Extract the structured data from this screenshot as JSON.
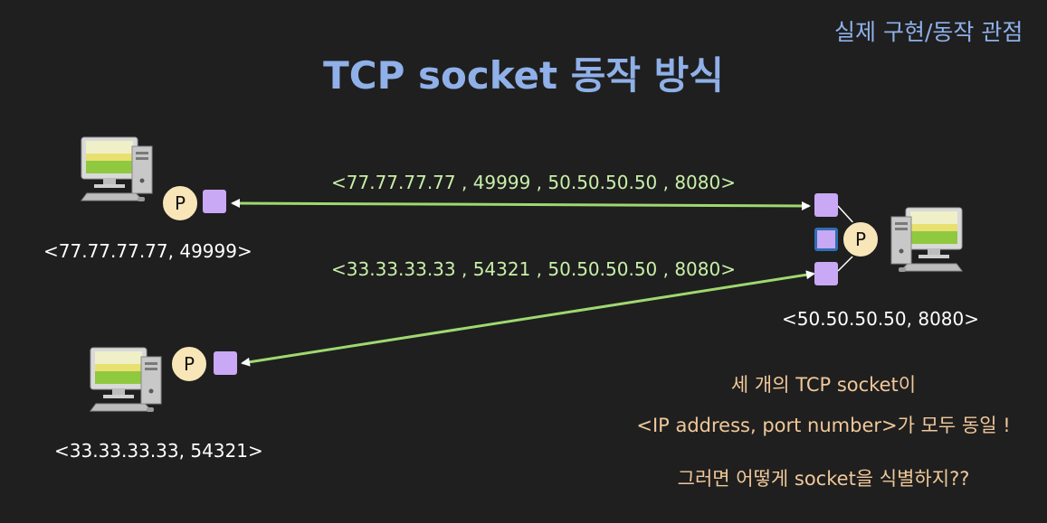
{
  "corner_tag": "실제 구현/동작 관점",
  "title": "TCP socket 동작 방식",
  "process_label": "P",
  "connections": [
    {
      "label": "<77.77.77.77 , 49999 , 50.50.50.50 , 8080>"
    },
    {
      "label": "<33.33.33.33 , 54321 , 50.50.50.50 , 8080>"
    }
  ],
  "hosts": {
    "client_a": {
      "address": "<77.77.77.77, 49999>"
    },
    "client_b": {
      "address": "<33.33.33.33, 54321>"
    },
    "server": {
      "address": "<50.50.50.50, 8080>"
    }
  },
  "notes": [
    "세 개의 TCP socket이",
    "<IP address, port number>가 모두 동일 !",
    "그러면 어떻게 socket을 식별하지??"
  ],
  "colors": {
    "background": "#1f1f1f",
    "title": "#8fb0e8",
    "connection_line": "#9fd870",
    "socket": "#c9a8f5",
    "socket_highlight_border": "#2f6fb3",
    "process": "#f8e6b8",
    "note_text": "#f0c89a"
  },
  "icons": [
    "computer-icon",
    "process-circle",
    "socket-square"
  ]
}
